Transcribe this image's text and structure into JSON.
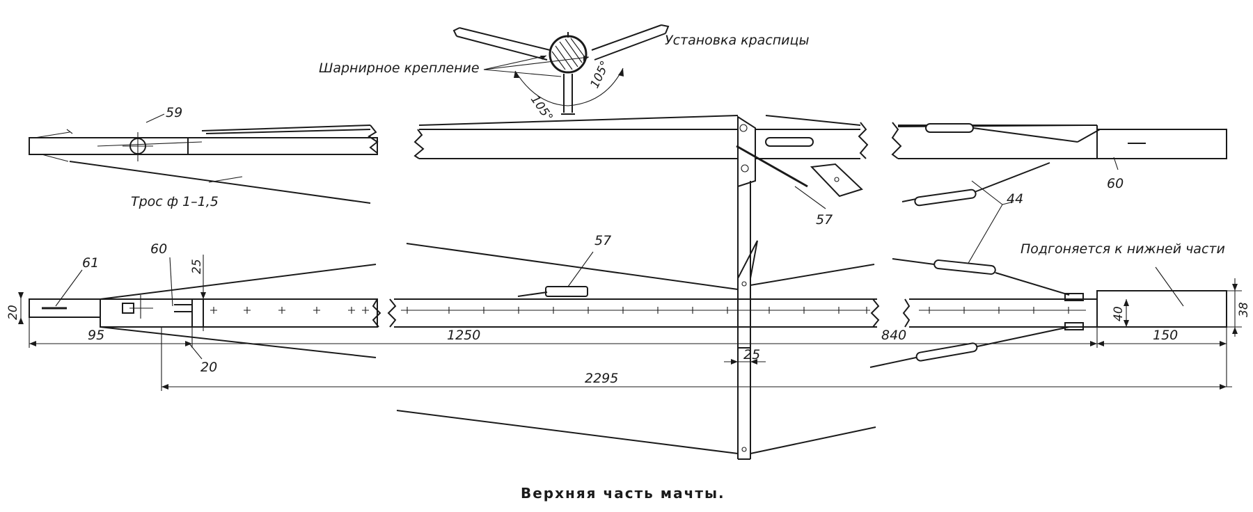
{
  "title": "Верхняя часть мачты.",
  "labels": {
    "spreader_setup": "Установка краспицы",
    "hinge_mount": "Шарнирное крепление",
    "angle_left": "105°",
    "angle_right": "105°",
    "cable": "Трос ф 1–1,5",
    "fit_lower": "Подгоняется к нижней части"
  },
  "part_numbers": {
    "p59": "59",
    "p57_top": "57",
    "p57_mid": "57",
    "p44": "44",
    "p60_top": "60",
    "p60_side": "60",
    "p61": "61"
  },
  "dimensions": {
    "d20_left": "20",
    "d25_top": "25",
    "d95": "95",
    "d20_bottom": "20",
    "d1250": "1250",
    "d25_mid": "25",
    "d840": "840",
    "d40": "40",
    "d150": "150",
    "d38": "38",
    "d2295": "2295"
  }
}
